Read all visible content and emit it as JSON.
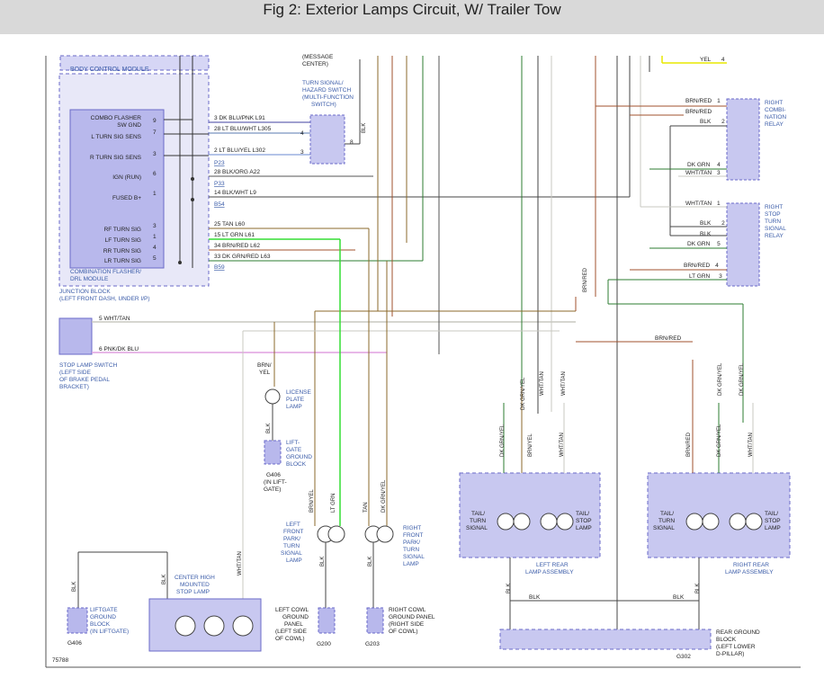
{
  "title": "Fig 2: Exterior Lamps Circuit, W/ Trailer Tow",
  "figure_number": "75788",
  "colors": {
    "module_fill": "#c8c8f0",
    "module_border": "#6a6ac8",
    "label_blue": "#3a5ba8",
    "wire_brown": "#a0522d",
    "wire_darkgreen": "#2e7d32",
    "wire_lightgreen": "#33dd33",
    "wire_tan": "#8b6a2b",
    "wire_whitetan": "#c8c8c0",
    "wire_black": "#333333",
    "wire_pink": "#e0a0e0",
    "wire_yellow": "#e8e800",
    "wire_bluepink": "#4040a0"
  },
  "modules": {
    "bcm": "BODY CONTROL MODULE",
    "flasher": "COMBINATION FLASHER/\nDRL MODULE",
    "junction_block": "JUNCTION BLOCK\n(LEFT FRONT DASH, UNDER I/P)",
    "message_center": "(MESSAGE\nCENTER)",
    "turn_switch": "TURN SIGNAL/\nHAZARD SWITCH\n(MULTI-FUNCTION\nSWITCH)",
    "stop_lamp_switch": "STOP LAMP SWITCH\n(LEFT SIDE\nOF BRAKE PEDAL\nBRACKET)",
    "license_lamp": "LICENSE\nPLATE\nLAMP",
    "liftgate_ground_upper": "LIFT-\nGATE\nGROUND\nBLOCK",
    "g406_upper": "G406\n(IN LIFT-\nGATE)",
    "liftgate_ground_lower": "LIFTGATE\nGROUND\nBLOCK\n(IN LIFTGATE)",
    "g406_lower": "G406",
    "chmsl": "CENTER HIGH\nMOUNTED\nSTOP LAMP",
    "left_cowl": "LEFT COWL\nGROUND\nPANEL\n(LEFT SIDE\nOF COWL)",
    "g200": "G200",
    "right_cowl": "RIGHT COWL\nGROUND PANEL\n(RIGHT SIDE\nOF COWL)",
    "g203": "G203",
    "left_front_lamp": "LEFT\nFRONT\nPARK/\nTURN\nSIGNAL\nLAMP",
    "right_front_lamp": "RIGHT\nFRONT\nPARK/\nTURN\nSIGNAL\nLAMP",
    "left_rear": "LEFT REAR\nLAMP ASSEMBLY",
    "right_rear": "RIGHT REAR\nLAMP ASSEMBLY",
    "rear_ground": "REAR GROUND\nBLOCK\n(LEFT LOWER\nD-PILLAR)",
    "g302": "G302",
    "right_combo_relay": "RIGHT\nCOMBI-\nNATION\nRELAY",
    "right_stop_relay": "RIGHT\nSTOP\nTURN\nSIGNAL\nRELAY",
    "tail_turn_signal": "TAIL/\nTURN\nSIGNAL",
    "tail_stop_lamp": "TAIL/\nSTOP\nLAMP"
  },
  "pins": {
    "combo_flasher": "COMBO FLASHER\nSW GND",
    "l_turn_sens": "L TURN SIG SENS",
    "r_turn_sens": "R TURN SIG SENS",
    "ign_run": "IGN (RUN)",
    "fused_b": "FUSED B+",
    "rf_turn": "RF TURN SIG",
    "lf_turn": "LF TURN SIG",
    "rr_turn": "RR TURN SIG",
    "lr_turn": "LR TURN SIG"
  },
  "pin_numbers": [
    "9",
    "7",
    "3",
    "6",
    "1",
    "3",
    "1",
    "4",
    "5"
  ],
  "wires_left": [
    {
      "pin": "3",
      "color": "DK BLU/PNK",
      "circuit": "L91"
    },
    {
      "pin": "28",
      "color": "LT BLU/WHT",
      "circuit": "L305"
    },
    {
      "pin": "2",
      "color": "LT BLU/YEL",
      "circuit": "L302"
    },
    {
      "pin": "28",
      "color": "BLK/ORG",
      "circuit": "A22"
    },
    {
      "pin": "14",
      "color": "BLK/WHT",
      "circuit": "L9"
    },
    {
      "pin": "25",
      "color": "TAN",
      "circuit": "L60"
    },
    {
      "pin": "15",
      "color": "LT GRN",
      "circuit": "L61"
    },
    {
      "pin": "34",
      "color": "BRN/RED",
      "circuit": "L62"
    },
    {
      "pin": "33",
      "color": "DK GRN/RED",
      "circuit": "L63"
    }
  ],
  "connectors": [
    "P23",
    "P33",
    "B54",
    "B59"
  ],
  "switch_pins": [
    "4",
    "3",
    "8"
  ],
  "stop_switch": [
    {
      "pin": "5",
      "color": "WHT/TAN"
    },
    {
      "pin": "6",
      "color": "PNK/DK BLU"
    }
  ],
  "relay_wires": [
    {
      "label": "YEL",
      "pin": "4"
    },
    {
      "label": "BRN/RED",
      "pin": "1"
    },
    {
      "label": "BRN/RED",
      "pin": ""
    },
    {
      "label": "BLK",
      "pin": "2"
    },
    {
      "label": "DK GRN",
      "pin": "4"
    },
    {
      "label": "WHT/TAN",
      "pin": "3"
    },
    {
      "label": "WHT/TAN",
      "pin": "1"
    },
    {
      "label": "BLK",
      "pin": "2"
    },
    {
      "label": "BLK",
      "pin": ""
    },
    {
      "label": "DK GRN",
      "pin": "5"
    },
    {
      "label": "BRN/RED",
      "pin": "4"
    },
    {
      "label": "LT GRN",
      "pin": "3"
    }
  ],
  "misc_labels": {
    "blk": "BLK",
    "brn_yel": "BRN/\nYEL",
    "brn_yel2": "BRN/YEL",
    "lt_grn": "LT GRN",
    "tan": "TAN",
    "dk_grn_yel": "DK GRN/YEL",
    "wht_tan": "WHT/TAN",
    "brn_red": "BRN/RED",
    "dk_grn_red": "DK GRN/RED"
  }
}
